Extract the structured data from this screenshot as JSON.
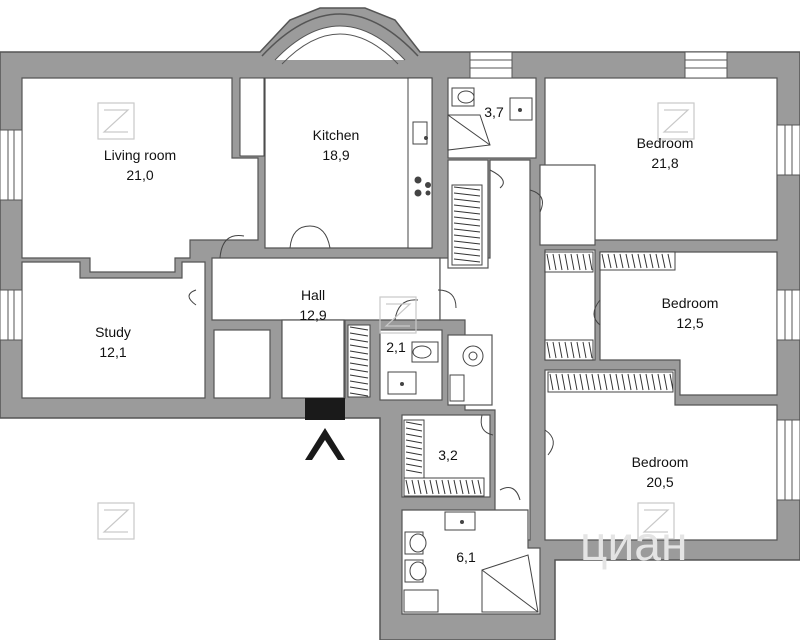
{
  "colors": {
    "wall": "#9b9b9b",
    "wall_outline": "#555555",
    "floor": "#ffffff",
    "entrance": "#1a1a1a"
  },
  "rooms": {
    "living_room": {
      "name": "Living room",
      "area": "21,0"
    },
    "kitchen": {
      "name": "Kitchen",
      "area": "18,9"
    },
    "study": {
      "name": "Study",
      "area": "12,1"
    },
    "hall": {
      "name": "Hall",
      "area": "12,9"
    },
    "bedroom_top": {
      "name": "Bedroom",
      "area": "21,8"
    },
    "bedroom_mid": {
      "name": "Bedroom",
      "area": "12,5"
    },
    "bedroom_bottom": {
      "name": "Bedroom",
      "area": "20,5"
    },
    "bath_top": {
      "area": "3,7"
    },
    "wc_small": {
      "area": "2,1"
    },
    "closet": {
      "area": "3,2"
    },
    "bath_bottom": {
      "area": "6,1"
    }
  },
  "watermark": {
    "text": "циан"
  },
  "icons": [
    "entrance-arrow-icon",
    "logo-watermark-icon"
  ]
}
